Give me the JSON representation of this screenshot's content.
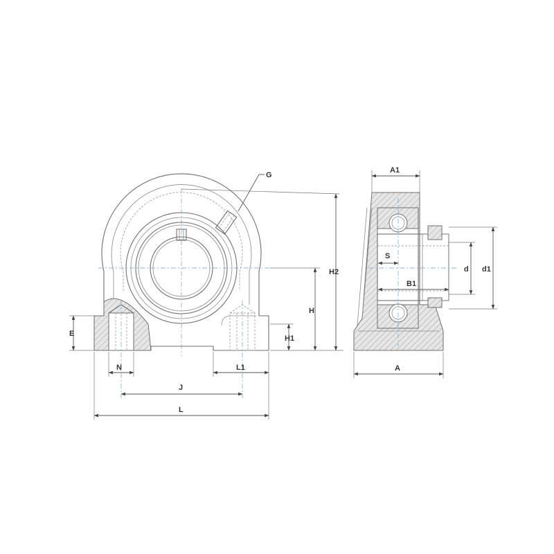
{
  "labels": {
    "G": "G",
    "H2": "H2",
    "H": "H",
    "H1": "H1",
    "E": "E",
    "N": "N",
    "L1": "L1",
    "J": "J",
    "L": "L",
    "A1": "A1",
    "S": "S",
    "B1": "B1",
    "d": "d",
    "d1": "d1",
    "A": "A"
  }
}
